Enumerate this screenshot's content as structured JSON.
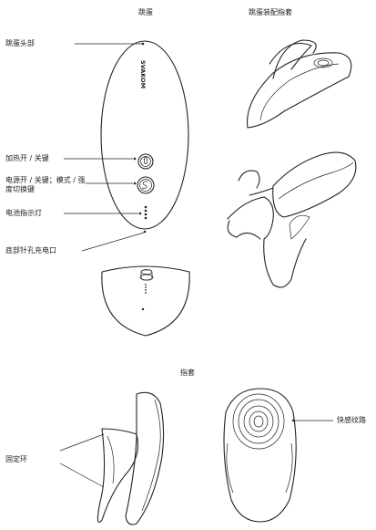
{
  "section_titles": {
    "egg": "跳蛋",
    "egg_with_sleeve": "跳蛋装配指套",
    "finger_sleeve": "指套"
  },
  "labels": {
    "egg_head": "跳蛋头部",
    "heat_toggle": "加热开 / 关键",
    "power_mode": "电源开 / 关键；模式 / 强度切换键",
    "battery_indicator": "电池指示灯",
    "charge_port": "底部针孔充电口",
    "texture": "快感纹路",
    "fixing_ring": "固定环"
  },
  "brand_text": "SVAKOM"
}
